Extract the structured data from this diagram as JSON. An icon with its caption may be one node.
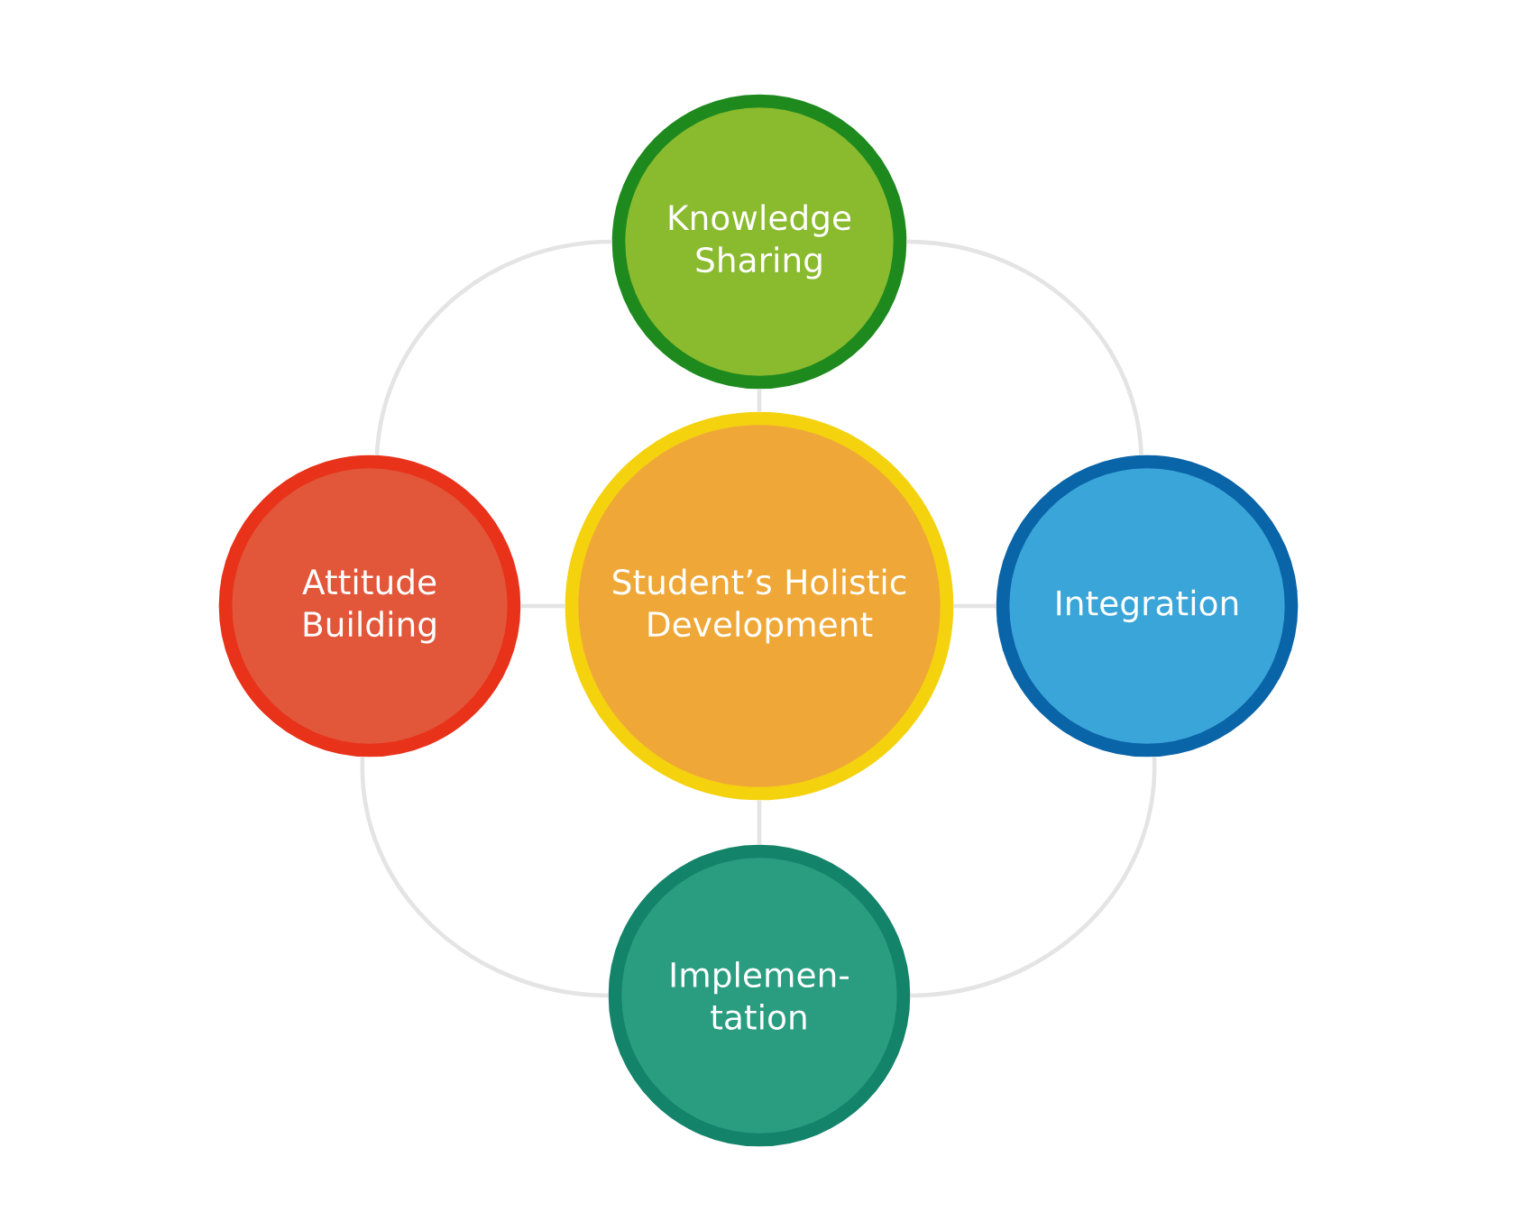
{
  "diagram": {
    "nodes": [
      {
        "text": [
          "Knowledge Sharing"
        ]
      },
      {
        "text": [
          "Attitude Building"
        ]
      },
      {
        "text": [
          "Student’s Holistic Development"
        ]
      },
      {
        "text": [
          "Integration"
        ]
      },
      {
        "text": [
          "Implemen- tation"
        ]
      }
    ],
    "edges": [
      {
        "from": 2,
        "to": 0,
        "arrow": "none"
      },
      {
        "from": 2,
        "to": 1,
        "arrow": "none"
      },
      {
        "from": 2,
        "to": 3,
        "arrow": "none"
      },
      {
        "from": 2,
        "to": 4,
        "arrow": "none"
      },
      {
        "from": 0,
        "to": 3,
        "arrow": "none"
      },
      {
        "from": 3,
        "to": 4,
        "arrow": "none"
      },
      {
        "from": 4,
        "to": 1,
        "arrow": "none"
      },
      {
        "from": 1,
        "to": 0,
        "arrow": "none"
      }
    ]
  }
}
